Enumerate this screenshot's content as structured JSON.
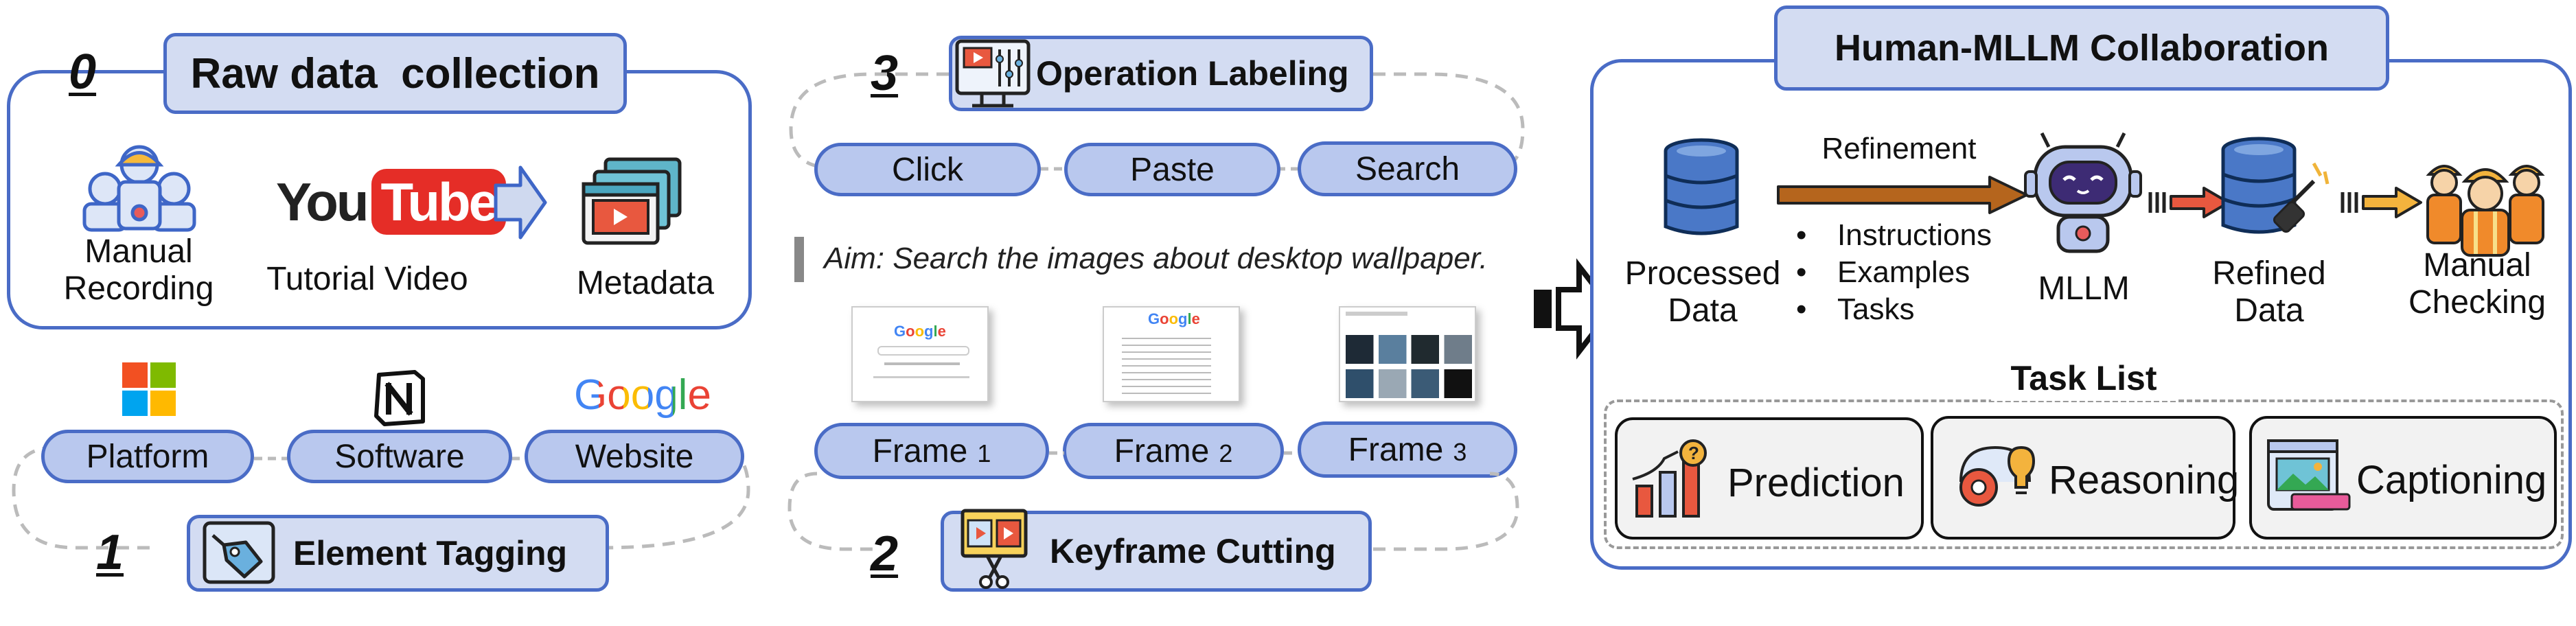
{
  "stage0": {
    "number": "0",
    "title": "Raw data  collection",
    "manual_label": "Manual\nRecording",
    "youtube_you": "You",
    "youtube_tube": "Tube",
    "tutorial_label": "Tutorial Video",
    "metadata_label": "Metadata"
  },
  "stage1": {
    "number": "1",
    "title": "Element Tagging",
    "pills": [
      "Platform",
      "Software",
      "Website"
    ],
    "google_wordmark": "Google"
  },
  "stage2": {
    "number": "2",
    "title": "Keyframe Cutting",
    "frames": [
      {
        "label": "Frame",
        "index": "1"
      },
      {
        "label": "Frame",
        "index": "2"
      },
      {
        "label": "Frame",
        "index": "3"
      }
    ],
    "aim_text": "Aim: Search the images about desktop wallpaper."
  },
  "stage3": {
    "number": "3",
    "title": "Operation Labeling",
    "pills": [
      "Click",
      "Paste",
      "Search"
    ]
  },
  "collab": {
    "title": "Human-MLLM Collaboration",
    "processed_label": "Processed\nData",
    "refinement_label": "Refinement",
    "bullets": [
      "Instructions",
      "Examples",
      "Tasks"
    ],
    "mllm_label": "MLLM",
    "refined_label": "Refined\nData",
    "checking_label": "Manual\nChecking",
    "task_list_title": "Task List",
    "tasks": [
      "Prediction",
      "Reasoning",
      "Captioning"
    ]
  },
  "colors": {
    "accent_border": "#4a6cc6",
    "header_fill": "#d3dcf2",
    "pill_fill": "#b9c8ee",
    "refine_arrow": "#b5651d",
    "youtube_red": "#e52d27"
  },
  "icons": [
    "workers-icon",
    "youtube-logo",
    "right-arrow-icon",
    "video-stack-icon",
    "windows-logo",
    "notion-logo",
    "google-logo",
    "tag-icon",
    "film-scissors-icon",
    "video-editor-icon",
    "database-icon",
    "robot-icon",
    "refine-database-icon",
    "engineers-icon",
    "chart-question-icon",
    "brain-bulb-icon",
    "caption-image-icon",
    "big-arrow-icon"
  ]
}
